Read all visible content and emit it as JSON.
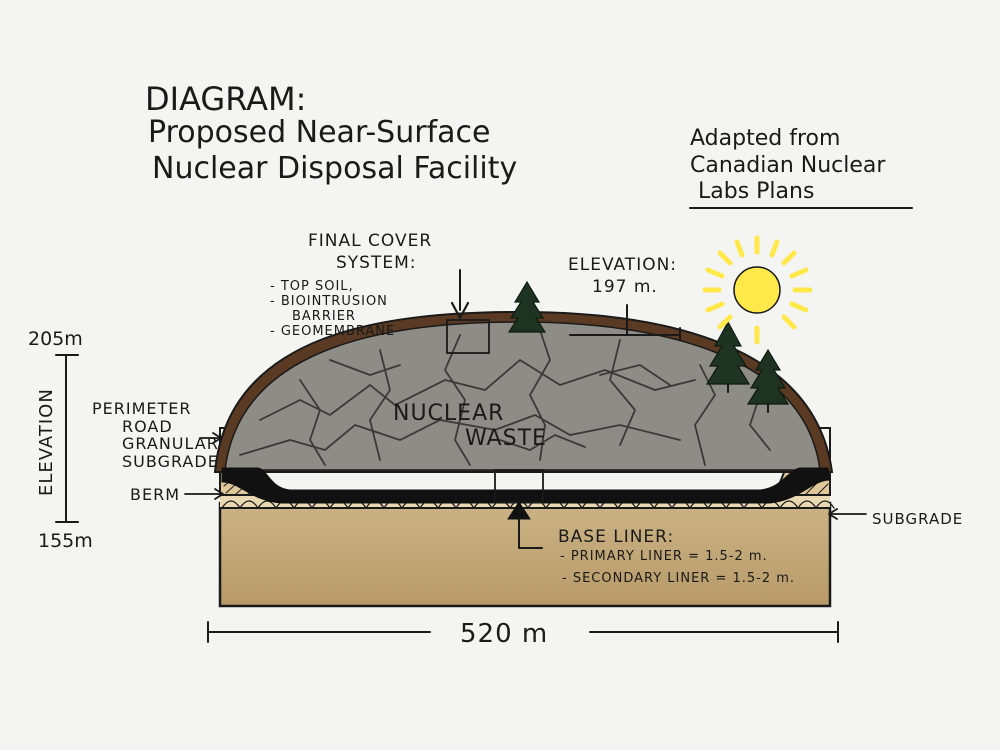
{
  "title": {
    "line1": "DIAGRAM:",
    "line2": "Proposed Near-Surface",
    "line3": "Nuclear Disposal Facility"
  },
  "credit": {
    "line1": "Adapted from",
    "line2": "Canadian Nuclear",
    "line3": "Labs Plans"
  },
  "cover": {
    "heading1": "FINAL COVER",
    "heading2": "SYSTEM:",
    "items": [
      "- TOP SOIL,",
      "- BIOINTRUSION",
      "BARRIER",
      "- GEOMEMBRANE"
    ]
  },
  "elevation_top": {
    "label": "ELEVATION:",
    "value": "197 m."
  },
  "elevation_axis": {
    "label": "ELEVATION",
    "max": "205m",
    "min": "155m"
  },
  "labels": {
    "perimeter1": "PERIMETER",
    "perimeter2": "ROAD",
    "granular1": "GRANULAR",
    "granular2": "SUBGRADE",
    "berm": "BERM",
    "subgrade": "SUBGRADE",
    "waste1": "NUCLEAR",
    "waste2": "WASTE"
  },
  "base_liner": {
    "heading": "BASE LINER:",
    "primary": "- PRIMARY LINER = 1.5-2 m.",
    "secondary": "- SECONDARY LINER = 1.5-2 m."
  },
  "width": {
    "label": "520 m"
  },
  "colors": {
    "waste": "#8d8c87",
    "cover_soil": "#5a3a22",
    "ground": "#c4aa7c",
    "sun": "#ffe94a",
    "tree": "#1f3322"
  }
}
